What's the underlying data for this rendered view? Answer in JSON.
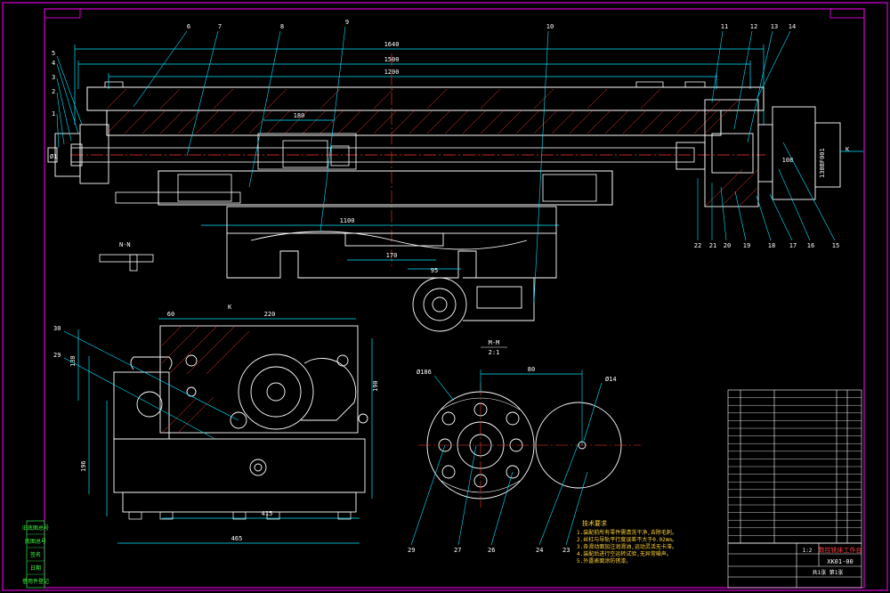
{
  "drawing": {
    "colors": {
      "background": "#000000",
      "frame": "#ff00ff",
      "outline": "#ffffff",
      "hatch": "#ff3b30",
      "dimension": "#00e5ff",
      "centerline": "#ff3b30",
      "leader": "#00e5ff",
      "title_text": "#ff3030",
      "margin_block": "#2ecc40"
    },
    "part_numbers_top": [
      "6",
      "7",
      "8",
      "9",
      "10",
      "11",
      "12",
      "13",
      "14"
    ],
    "part_numbers_left": [
      "5",
      "4",
      "3",
      "2",
      "1"
    ],
    "part_numbers_bottom_right": [
      "22",
      "21",
      "20",
      "19",
      "18",
      "17",
      "16",
      "15"
    ],
    "part_numbers_side": [
      "30",
      "29"
    ],
    "part_numbers_bottom": [
      "29",
      "27",
      "26",
      "24",
      "23"
    ],
    "dimensions": {
      "overall_1": "1640",
      "overall_2": "1500",
      "overall_3": "1200",
      "base": "1100",
      "bracket": "170",
      "slot": "95",
      "side_top_a": "60",
      "side_top_b": "220",
      "side_height_a": "138",
      "side_height_b": "196",
      "side_right": "190",
      "side_bottom_a": "415",
      "side_bottom_b": "465",
      "disc_span": "80",
      "disc_hole": "Ø14",
      "motor_w": "108"
    },
    "motor_label": "130BF001",
    "view_labels": {
      "section_nn": "N-N",
      "section_mm": "M-M",
      "section_mm_scale": "2:1",
      "view_k_side": "K",
      "view_k_top": "K"
    },
    "tech_requirements": {
      "title": "技术要求",
      "items": [
        "1.装配前所有零件需清洗干净,去除毛刺。",
        "2.丝杠与导轨平行度误差不大于0.02mm。",
        "3.各滑动面加注润滑油,运动灵活无卡滞。",
        "4.装配后进行空运转试验,无异常噪声。",
        "5.外露表面涂防锈漆。"
      ]
    },
    "title_block": {
      "drawing_title": "数控铣床工作台",
      "drawing_number": "XK01-00",
      "scale": "1:2",
      "sheet": "共1张 第1张"
    },
    "margin_labels": [
      "旧底图总号",
      "底图总号",
      "签名",
      "日期",
      "借用件登记"
    ]
  }
}
